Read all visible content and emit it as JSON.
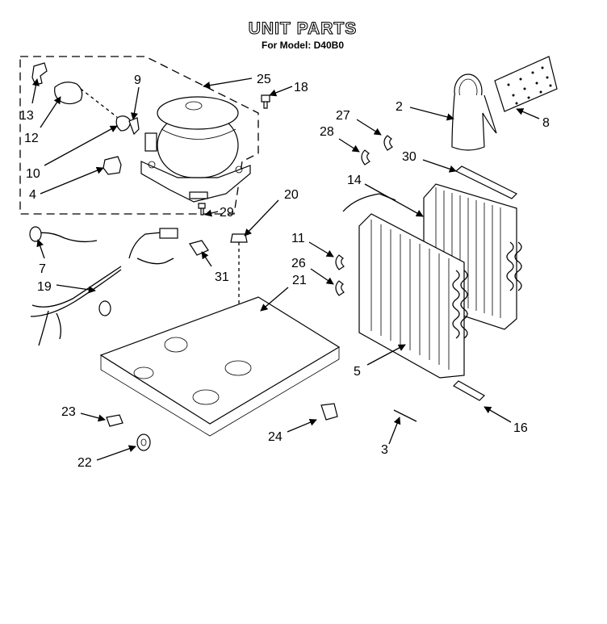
{
  "title": "UNIT PARTS",
  "subtitle": "For Model: D40B0",
  "callouts": [
    {
      "id": "25",
      "label": "25"
    },
    {
      "id": "9",
      "label": "9"
    },
    {
      "id": "18",
      "label": "18"
    },
    {
      "id": "13",
      "label": "13"
    },
    {
      "id": "12",
      "label": "12"
    },
    {
      "id": "10",
      "label": "10"
    },
    {
      "id": "4",
      "label": "4"
    },
    {
      "id": "2",
      "label": "2"
    },
    {
      "id": "8",
      "label": "8"
    },
    {
      "id": "27",
      "label": "27"
    },
    {
      "id": "28",
      "label": "28"
    },
    {
      "id": "30",
      "label": "30"
    },
    {
      "id": "14",
      "label": "14"
    },
    {
      "id": "20",
      "label": "20"
    },
    {
      "id": "29",
      "label": "29"
    },
    {
      "id": "7",
      "label": "7"
    },
    {
      "id": "19",
      "label": "19"
    },
    {
      "id": "31",
      "label": "31"
    },
    {
      "id": "21",
      "label": "21"
    },
    {
      "id": "11",
      "label": "11"
    },
    {
      "id": "26",
      "label": "26"
    },
    {
      "id": "5",
      "label": "5"
    },
    {
      "id": "16",
      "label": "16"
    },
    {
      "id": "23",
      "label": "23"
    },
    {
      "id": "22",
      "label": "22"
    },
    {
      "id": "24",
      "label": "24"
    },
    {
      "id": "3",
      "label": "3"
    }
  ]
}
